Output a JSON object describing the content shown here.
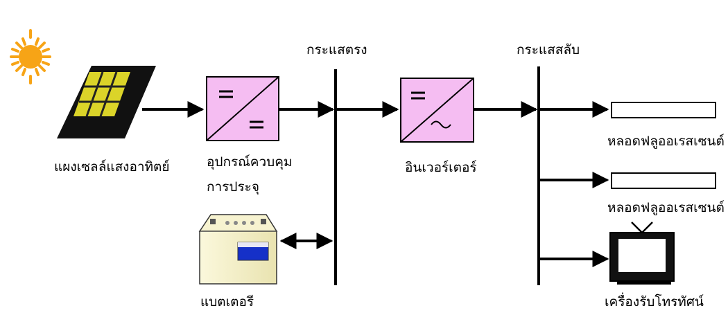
{
  "labels": {
    "dc_bus": "กระแสตรง",
    "ac_bus": "กระแสสลับ",
    "solar_panel": "แผงเซลล์แสงอาทิตย์",
    "charge_controller_line1": "อุปกรณ์ควบคุม",
    "charge_controller_line2": "การประจุ",
    "inverter": "อินเวอร์เตอร์",
    "battery": "แบตเตอรี",
    "fluorescent_lamp_1": "หลอดฟลูออเรสเซนต์",
    "fluorescent_lamp_2": "หลอดฟลูออเรสเซนต์",
    "television": "เครื่องรับโทรทัศน์"
  },
  "colors": {
    "sun": "#f7a416",
    "converter_fill": "#f5bdf2",
    "panel_cell": "#f2ea2c",
    "panel_frame": "#111111",
    "battery_body": "#f4f0c6",
    "battery_window": "#1530c8",
    "line": "#000000"
  },
  "icons": {
    "sun": "sun-icon",
    "solar_panel": "solar-panel-icon",
    "battery": "battery-icon",
    "television": "television-icon"
  }
}
